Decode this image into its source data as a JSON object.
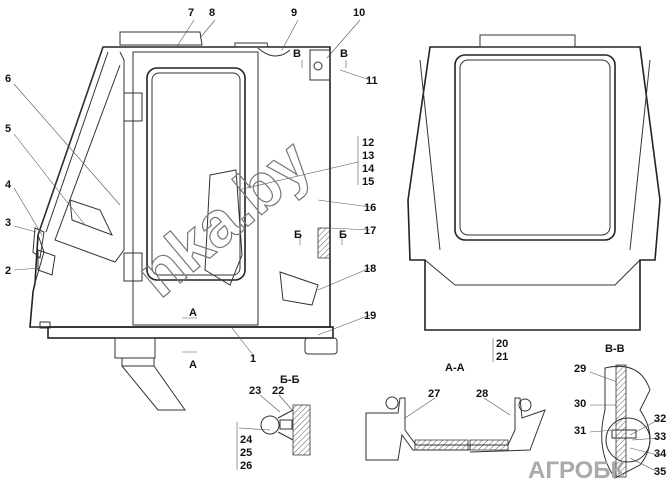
{
  "labels": {
    "p1": "1",
    "p2": "2",
    "p3": "3",
    "p4": "4",
    "p5": "5",
    "p6": "6",
    "p7": "7",
    "p8": "8",
    "p9": "9",
    "p10": "10",
    "p11": "11",
    "p12": "12",
    "p13": "13",
    "p14": "14",
    "p15": "15",
    "p16": "16",
    "p17": "17",
    "p18": "18",
    "p19": "19",
    "p20": "20",
    "p21": "21",
    "p22": "22",
    "p23": "23",
    "p24": "24",
    "p25": "25",
    "p26": "26",
    "p27": "27",
    "p28": "28",
    "p29": "29",
    "p30": "30",
    "p31": "31",
    "p32": "32",
    "p33": "33",
    "p34": "34",
    "p35": "35"
  },
  "section_marks": {
    "a": "А",
    "b": "Б",
    "v": "В"
  },
  "section_titles": {
    "bb": "Б-Б",
    "aa": "А-А",
    "vv": "В-В"
  },
  "watermarks": {
    "main": "nka.by",
    "corner": "АГРОБК"
  }
}
